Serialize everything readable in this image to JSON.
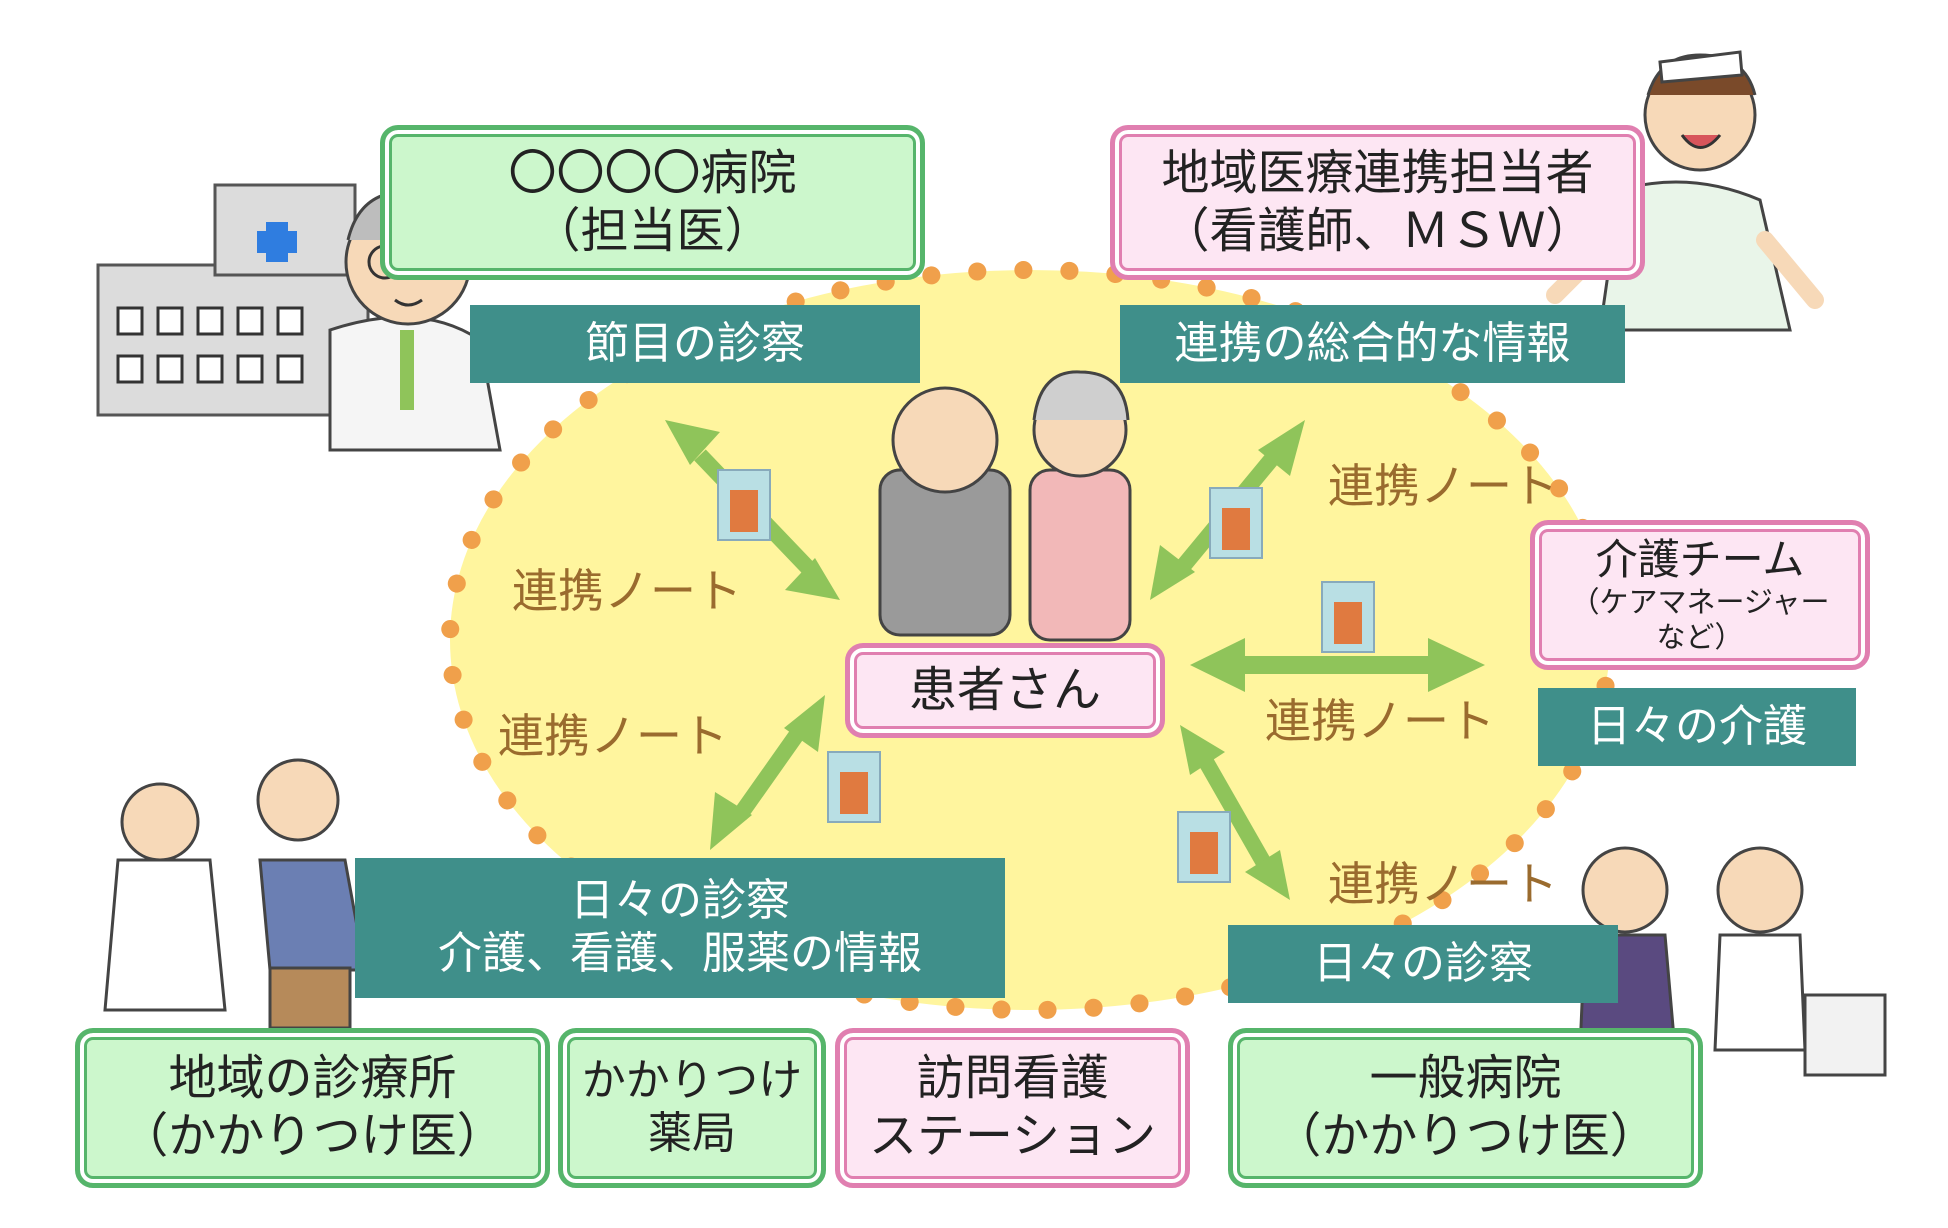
{
  "boxes": {
    "hospital_title": "〇〇〇〇病院",
    "hospital_sub": "（担当医）",
    "coordinator_title": "地域医療連携担当者",
    "coordinator_sub": "（看護師、ＭＳＷ）",
    "care_team_title": "介護チーム",
    "care_team_sub1": "（ケアマネージャー",
    "care_team_sub2": "など）",
    "patient": "患者さん",
    "clinic_title": "地域の診療所",
    "clinic_sub": "（かかりつけ医）",
    "pharmacy_title": "かかりつけ",
    "pharmacy_sub": "薬局",
    "visiting_nurse_title": "訪問看護",
    "visiting_nurse_sub": "ステーション",
    "general_hospital_title": "一般病院",
    "general_hospital_sub": "（かかりつけ医）"
  },
  "banners": {
    "milestone_exam": "節目の診察",
    "comprehensive_info": "連携の総合的な情報",
    "daily_care": "日々の介護",
    "daily_exam_info_line1": "日々の診察",
    "daily_exam_info_line2": "介護、看護、服薬の情報",
    "daily_exam": "日々の診察"
  },
  "notes": {
    "label": "連携ノート"
  },
  "colors": {
    "green_fill": "#ccf7cc",
    "green_border": "#56b56b",
    "pink_fill": "#fde6f3",
    "pink_border": "#e07fb0",
    "teal": "#3f8f8a",
    "circle_fill": "#fff59e",
    "circle_dots": "#f0a04b",
    "arrow": "#8fc45a",
    "note_text": "#9a6b2e"
  }
}
